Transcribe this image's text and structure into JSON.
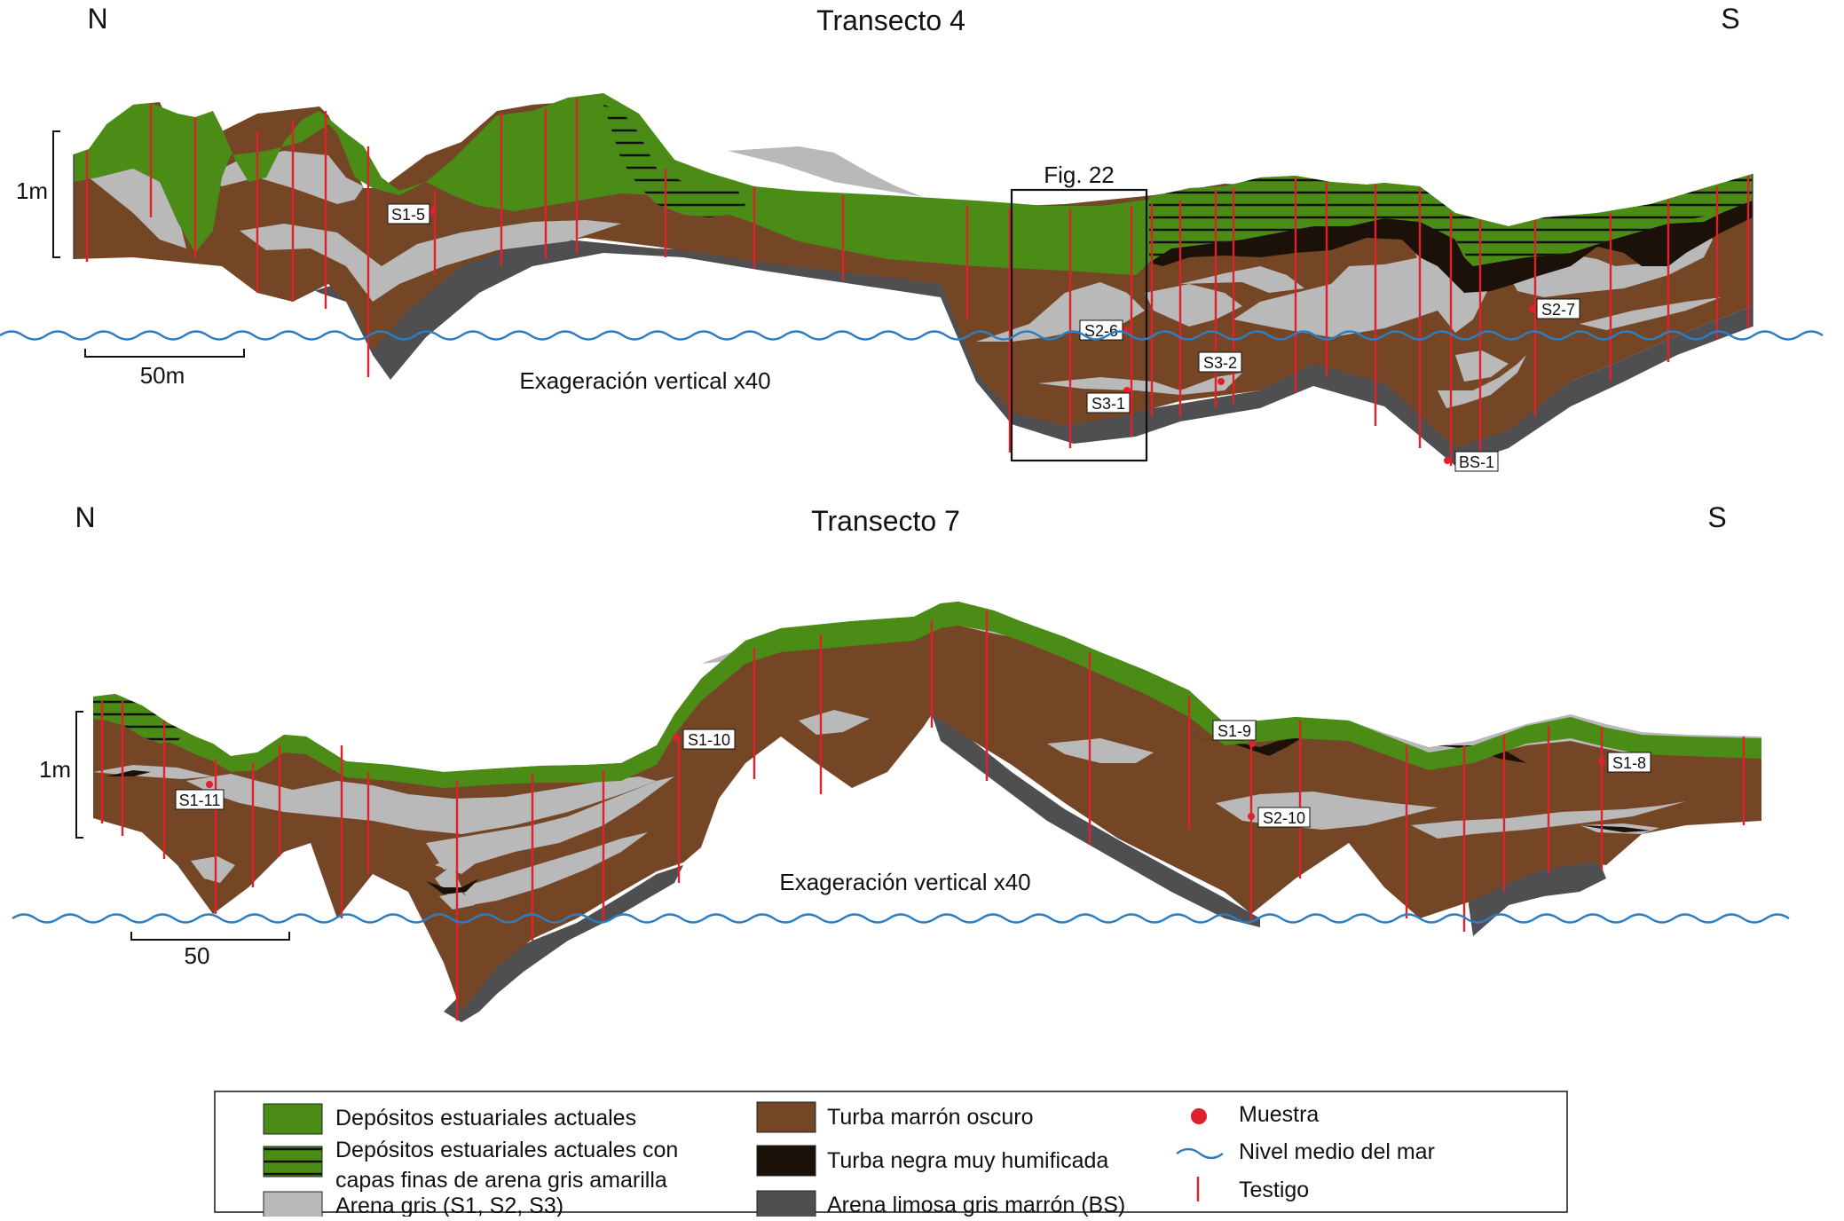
{
  "colors": {
    "estuarine": "#4a8c16",
    "peat_brown": "#744626",
    "peat_black": "#1c1109",
    "grey_sand": "#b9b9b9",
    "silty_sand": "#4f4f52",
    "core_line": "#e0202a",
    "sample_dot": "#e0202a",
    "sea_level": "#2b7ec2"
  },
  "transect4": {
    "title": "Transecto 4",
    "north": "N",
    "south": "S",
    "scale_v": "1m",
    "scale_h": "50m",
    "exaggeration": "Exageración vertical x40",
    "fig_box": "Fig. 22",
    "samples": [
      "S1-5",
      "S2-6",
      "S3-2",
      "S3-1",
      "S2-7",
      "BS-1"
    ]
  },
  "transect7": {
    "title": "Transecto 7",
    "north": "N",
    "south": "S",
    "scale_v": "1m",
    "scale_h": "50",
    "exaggeration": "Exageración vertical x40",
    "samples": [
      "S1-11",
      "S1-10",
      "S1-9",
      "S2-10",
      "S1-8"
    ]
  },
  "legend": {
    "estuarine": "Depósitos estuariales actuales",
    "estuarine_thin_1": "Depósitos estuariales actuales  con",
    "estuarine_thin_2": "capas finas de arena gris amarilla",
    "grey_sand": "Arena gris (S1, S2, S3)",
    "peat_brown": "Turba marrón oscuro",
    "peat_black": "Turba negra muy humificada",
    "silty_sand": "Arena limosa gris marrón (BS)",
    "sample": "Muestra",
    "sea_level": "Nivel medio del mar",
    "core": "Testigo"
  }
}
